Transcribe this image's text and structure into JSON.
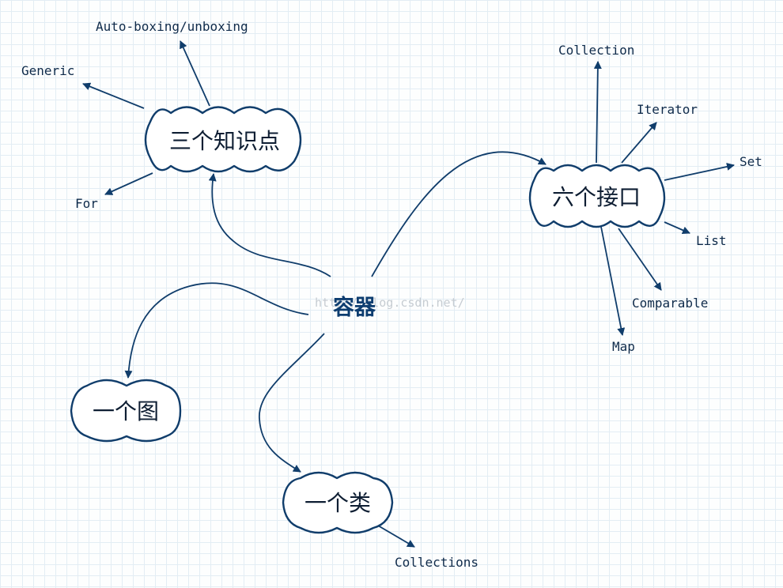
{
  "center": {
    "label": "容器"
  },
  "watermark": "http://blog.csdn.net/",
  "nodes": {
    "knowledge_points": {
      "label": "三个知识点"
    },
    "interfaces": {
      "label": "六个接口"
    },
    "graph": {
      "label": "一个图"
    },
    "class": {
      "label": "一个类"
    }
  },
  "leaves": {
    "autoboxing": "Auto-boxing/unboxing",
    "generic": "Generic",
    "for": "For",
    "collection": "Collection",
    "iterator": "Iterator",
    "set": "Set",
    "list": "List",
    "comparable": "Comparable",
    "map": "Map",
    "collections": "Collections"
  },
  "colors": {
    "stroke": "#103d6b",
    "grid": "#e3edf4",
    "center_text": "#0d3d70"
  }
}
